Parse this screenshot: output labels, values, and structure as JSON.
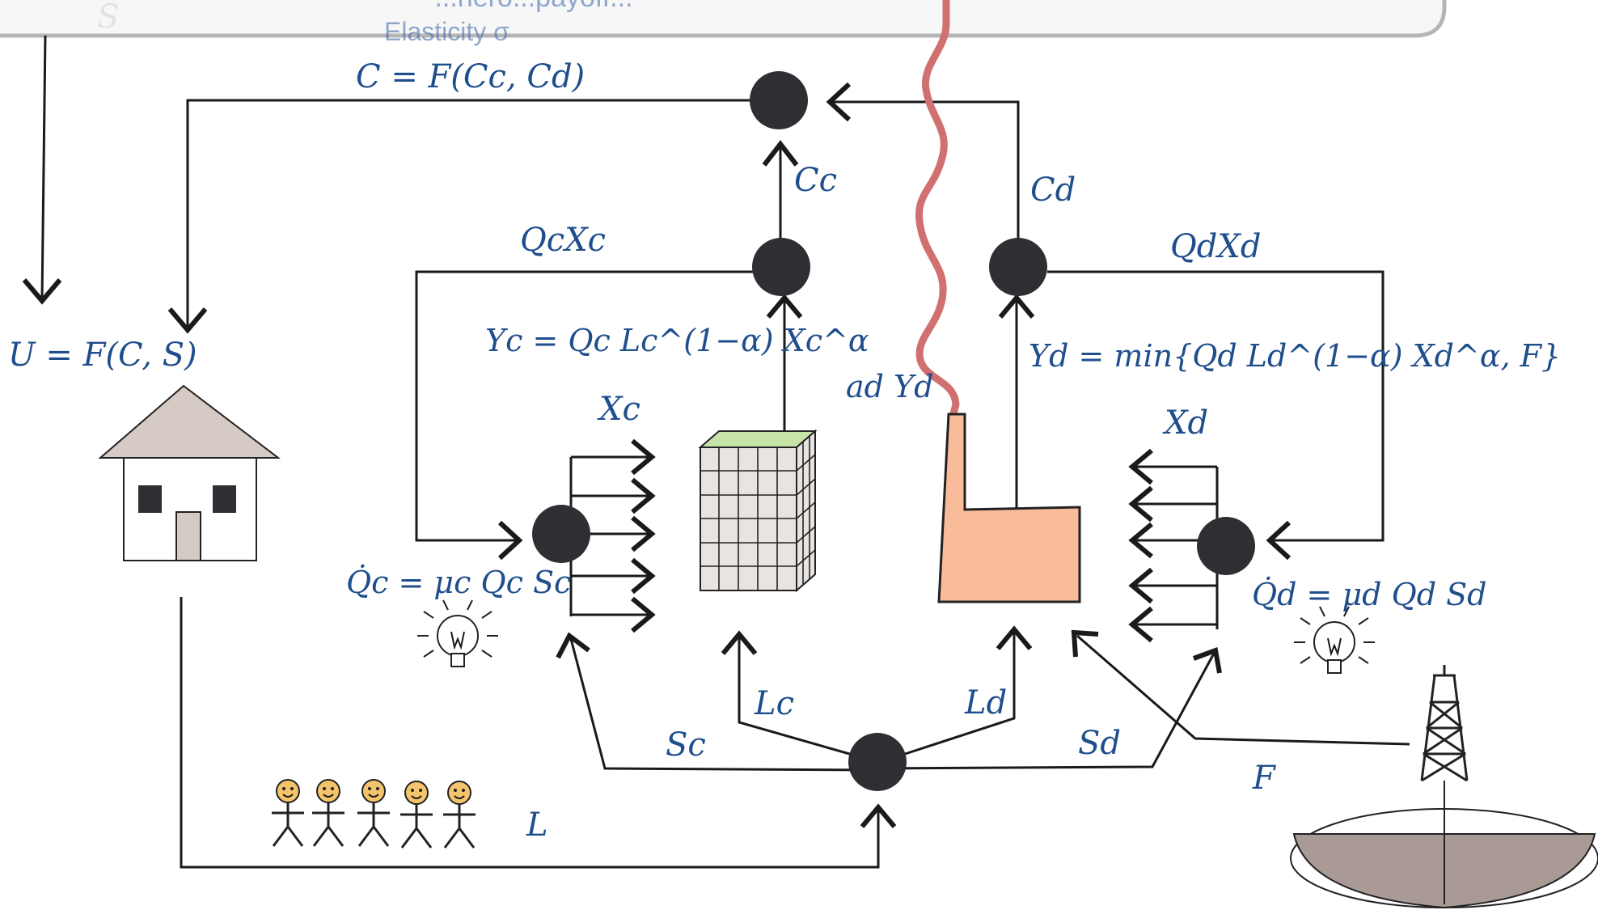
{
  "banner": {
    "partial_title": "...hero...payoff...",
    "faded_letter": "S",
    "elasticity_label": "Elasticity σ"
  },
  "labels": {
    "C": "C = F(Cc, Cd)",
    "U": "U = F(C, S)",
    "Cc": "Cc",
    "Cd": "Cd",
    "QcXc": "QcXc",
    "QdXd": "QdXd",
    "Yc": "Yc = Qc Lc^(1−α) Xc^α",
    "Yd": "Yd = min{Qd Ld^(1−α) Xd^α, F}",
    "adYd": "ad Yd",
    "Xc": "Xc",
    "Xd": "Xd",
    "Qc_dot": "Q̇c = μc Qc Sc",
    "Qd_dot": "Q̇d = μd Qd Sd",
    "Lc": "Lc",
    "Ld": "Ld",
    "Sc": "Sc",
    "Sd": "Sd",
    "L": "L",
    "F": "F"
  },
  "colors": {
    "label": "#1f4e8c",
    "node": "#2e2f33",
    "pollution": "#d07070",
    "factory": "#f8bc9a",
    "house_roof": "#d6cac4",
    "building_top": "#c6e4a8",
    "building_side": "#e8e4e2",
    "oil_pool": "#a99a96"
  },
  "icons": [
    "house-icon",
    "office-building-icon",
    "factory-icon",
    "lightbulb-icon",
    "stick-figure-icon",
    "oil-derrick-icon",
    "oil-reservoir-icon"
  ]
}
